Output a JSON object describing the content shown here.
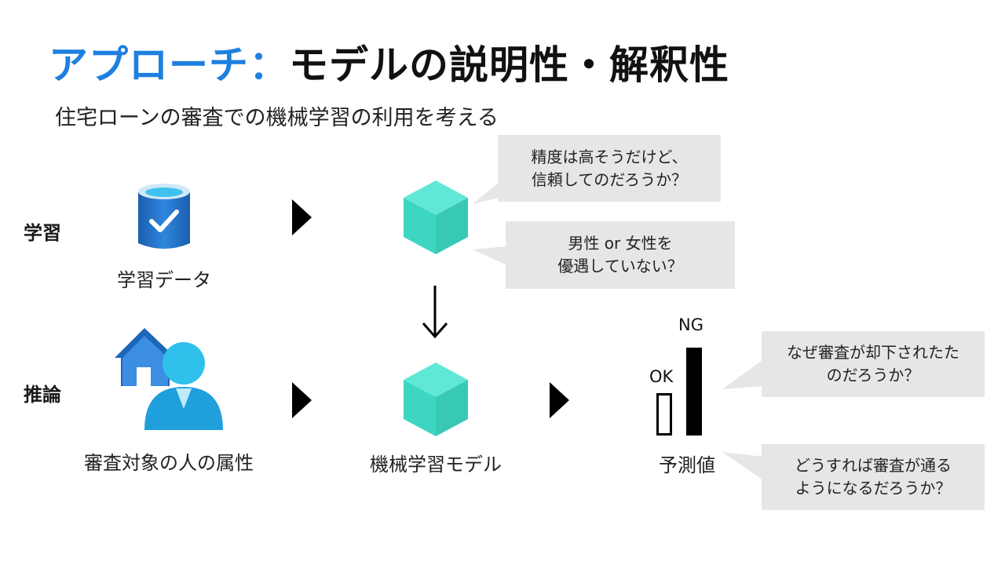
{
  "title": {
    "accent": "アプローチ：",
    "main": "モデルの説明性・解釈性"
  },
  "subtitle": "住宅ローンの審査での機械学習の利用を考える",
  "rows": {
    "train": "学習",
    "infer": "推論"
  },
  "captions": {
    "training_data": "学習データ",
    "applicant": "審査対象の人の属性",
    "model": "機械学習モデル",
    "prediction": "予測値"
  },
  "bubbles": {
    "accuracy": [
      "精度は高そうだけど、",
      "信頼してのだろうか？"
    ],
    "gender": [
      "男性 or 女性を",
      "優遇していない？"
    ],
    "why_rejected": [
      "なぜ審査が却下されたた",
      "のだろうか？"
    ],
    "how_pass": [
      "どうすれば審査が通る",
      "ようになるだろうか？"
    ]
  },
  "prediction_bars": {
    "ok_label": "OK",
    "ng_label": "NG"
  },
  "colors": {
    "accent": "#1e7fe0",
    "cube": "#3dd6c1",
    "bubble": "#e6e6e6",
    "db": "#1d63b3"
  },
  "icons": {
    "database": "database-check-icon",
    "cube": "cube-icon",
    "person": "person-house-icon",
    "arrow": "arrow-down-icon"
  }
}
